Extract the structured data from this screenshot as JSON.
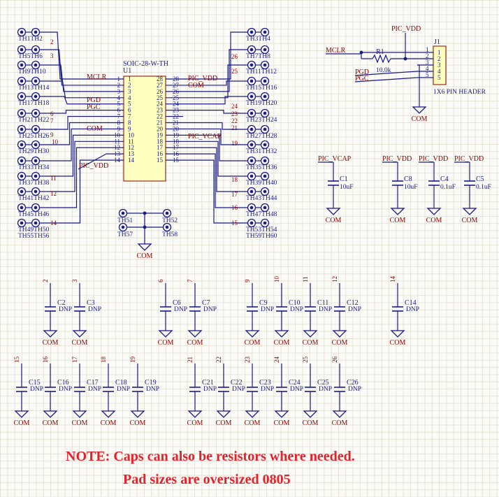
{
  "colors": {
    "wire": "#1a1a8c",
    "text": "#1a1a8c",
    "net": "#8b0000",
    "note": "#e8202a",
    "body": "#ffffc0"
  },
  "ic": {
    "designator": "U1",
    "package": "SOIC-28-W-TH"
  },
  "ic_pins": {
    "left": [
      {
        "n": "1",
        "net": "MCLR"
      },
      {
        "n": "2",
        "net": "2"
      },
      {
        "n": "3",
        "net": "3"
      },
      {
        "n": "4",
        "net": "PGD"
      },
      {
        "n": "5",
        "net": "PGC"
      },
      {
        "n": "6",
        "net": "6"
      },
      {
        "n": "7",
        "net": "7"
      },
      {
        "n": "8",
        "net": "COM"
      },
      {
        "n": "9",
        "net": "9"
      },
      {
        "n": "10",
        "net": "10"
      },
      {
        "n": "11",
        "net": "11"
      },
      {
        "n": "12",
        "net": "12"
      },
      {
        "n": "13",
        "net": "PIC_VDD"
      },
      {
        "n": "14",
        "net": "14"
      }
    ],
    "right": [
      {
        "n": "28",
        "net": "PIC_VDD"
      },
      {
        "n": "27",
        "net": "COM"
      },
      {
        "n": "26",
        "net": "26"
      },
      {
        "n": "25",
        "net": "25"
      },
      {
        "n": "24",
        "net": "24"
      },
      {
        "n": "23",
        "net": "23"
      },
      {
        "n": "22",
        "net": "22"
      },
      {
        "n": "21",
        "net": "21"
      },
      {
        "n": "20",
        "net": "PIC_VCAP"
      },
      {
        "n": "19",
        "net": "19"
      },
      {
        "n": "18",
        "net": "18"
      },
      {
        "n": "17",
        "net": "17"
      },
      {
        "n": "16",
        "net": "16"
      },
      {
        "n": "15",
        "net": "15"
      }
    ]
  },
  "testpoint_labels": {
    "left": [
      "TH1",
      "TH2",
      "TH5",
      "TH6",
      "TH9",
      "TH10",
      "TH13",
      "TH14",
      "TH17",
      "TH18",
      "TH21",
      "TH22",
      "TH25",
      "TH26",
      "TH29",
      "TH30",
      "TH33",
      "TH34",
      "TH37",
      "TH38",
      "TH41",
      "TH42",
      "TH45",
      "TH46",
      "TH49",
      "TH50",
      "TH55",
      "TH56"
    ],
    "right": [
      "TH3",
      "TH4",
      "TH7",
      "TH8",
      "TH11",
      "TH12",
      "TH15",
      "TH16",
      "TH19",
      "TH20",
      "TH23",
      "TH24",
      "TH27",
      "TH28",
      "TH31",
      "TH32",
      "TH35",
      "TH36",
      "TH39",
      "TH40",
      "TH43",
      "TH44",
      "TH47",
      "TH48",
      "TH53",
      "TH54",
      "TH59",
      "TH60"
    ],
    "bottom": [
      "TH51",
      "TH52",
      "TH57",
      "TH58"
    ]
  },
  "header": {
    "designator": "J1",
    "description": "1X6 PIN HEADER",
    "pins": [
      "1",
      "2",
      "3",
      "4",
      "5"
    ],
    "net_top": "PIC_VDD",
    "net_mclr": "MCLR",
    "net_pgd": "PGD",
    "net_pgc": "PGC",
    "resistor": {
      "designator": "R1",
      "value": "10.0k"
    }
  },
  "supply_caps": [
    {
      "net": "PIC_VCAP",
      "designator": "C1",
      "value": "10uF"
    },
    {
      "net": "PIC_VDD",
      "designator": "C8",
      "value": "10uF"
    },
    {
      "net": "PIC_VDD",
      "designator": "C4",
      "value": "0.1uF"
    },
    {
      "net": "PIC_VDD",
      "designator": "C5",
      "value": "0.1uF"
    }
  ],
  "dnp_caps_row1": [
    {
      "net": "2",
      "designator": "C2"
    },
    {
      "net": "3",
      "designator": "C3"
    },
    {
      "net": "6",
      "designator": "C6"
    },
    {
      "net": "7",
      "designator": "C7"
    },
    {
      "net": "9",
      "designator": "C9"
    },
    {
      "net": "10",
      "designator": "C10"
    },
    {
      "net": "11",
      "designator": "C11"
    },
    {
      "net": "12",
      "designator": "C12"
    },
    {
      "net": "14",
      "designator": "C14"
    }
  ],
  "dnp_caps_row2": [
    {
      "net": "15",
      "designator": "C15"
    },
    {
      "net": "16",
      "designator": "C16"
    },
    {
      "net": "17",
      "designator": "C17"
    },
    {
      "net": "18",
      "designator": "C18"
    },
    {
      "net": "19",
      "designator": "C19"
    },
    {
      "net": "21",
      "designator": "C21"
    },
    {
      "net": "22",
      "designator": "C22"
    },
    {
      "net": "23",
      "designator": "C23"
    },
    {
      "net": "24",
      "designator": "C24"
    },
    {
      "net": "25",
      "designator": "C25"
    },
    {
      "net": "26",
      "designator": "C26"
    }
  ],
  "dnp_value": "DNP",
  "ground_label": "COM",
  "note": {
    "line1": "NOTE: Caps can also be resistors where needed.",
    "line2": "Pad sizes are oversized 0805"
  }
}
